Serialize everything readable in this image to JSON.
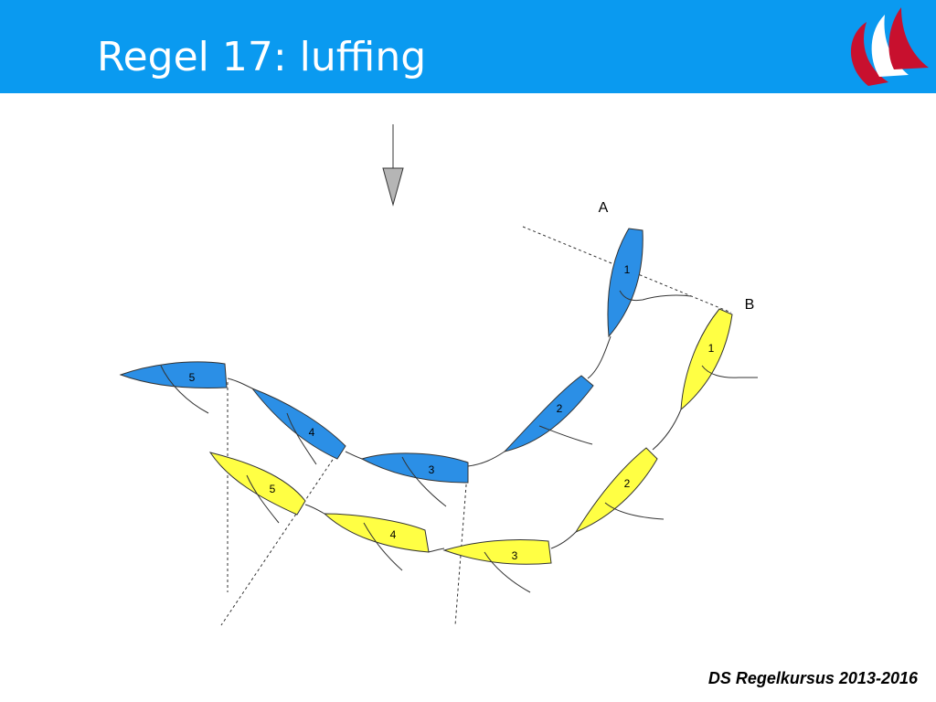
{
  "header": {
    "title": "Regel 17: luffing"
  },
  "footer": {
    "text": "DS Regelkursus 2013-2016"
  },
  "colors": {
    "header_bg": "#0a9af0",
    "blue_boat": "#2b8fe6",
    "yellow_boat": "#ffff44",
    "logo_red": "#c8102e"
  },
  "marks": {
    "a": "A",
    "b": "B"
  },
  "boats": {
    "blue": [
      "1",
      "2",
      "3",
      "4",
      "5"
    ],
    "yellow": [
      "1",
      "2",
      "3",
      "4",
      "5"
    ]
  }
}
